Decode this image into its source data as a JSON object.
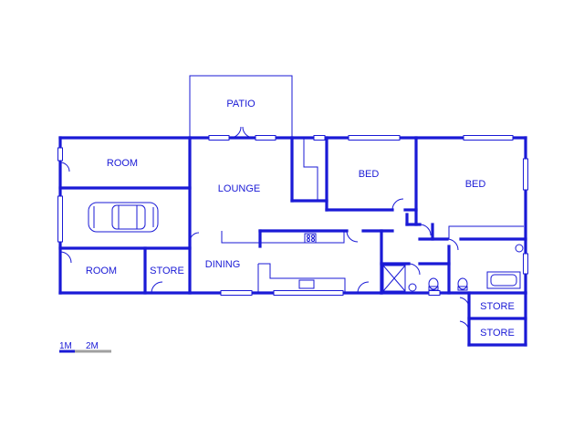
{
  "plan": {
    "wall_color": "#1a1ad6",
    "rooms": {
      "patio": "PATIO",
      "lounge": "LOUNGE",
      "bed1": "BED",
      "bed2": "BED",
      "room_top": "ROOM",
      "room_bottom": "ROOM",
      "store_mid": "STORE",
      "dining": "DINING",
      "store_right1": "STORE",
      "store_right2": "STORE"
    },
    "scale": {
      "label_1": "1M",
      "label_2": "2M"
    }
  }
}
